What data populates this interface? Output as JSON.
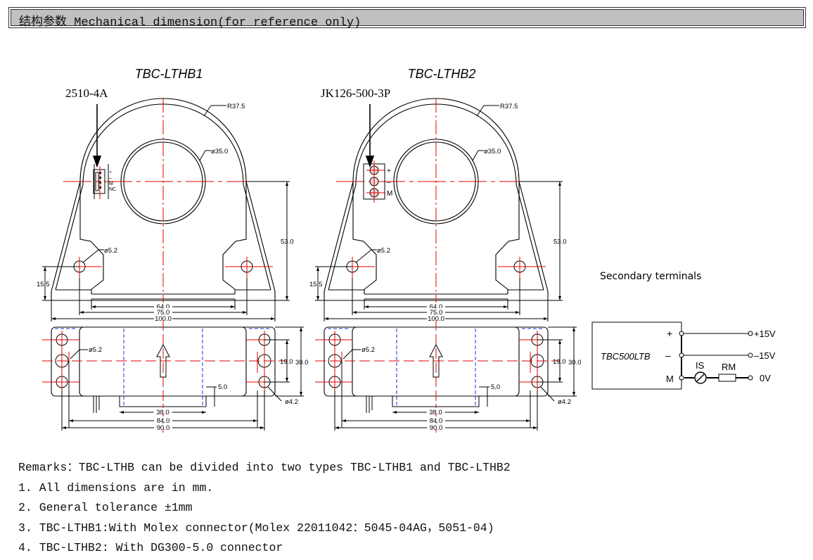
{
  "header": {
    "title": "结构参数  Mechanical dimension(for reference only)"
  },
  "models": [
    {
      "name": "TBC-LTHB1",
      "connector": "2510-4A",
      "pins": [
        "+",
        "–",
        "M",
        "NC"
      ]
    },
    {
      "name": "TBC-LTHB2",
      "connector": "JK126-500-3P",
      "pins": [
        "+",
        "–",
        "M"
      ]
    }
  ],
  "dimensions": {
    "outer_radius": "R37.5",
    "hole_dia": "ø35.0",
    "mount_hole": "ø5.2",
    "height": "53.0",
    "base_height": "15.5",
    "inner_base": "64.0",
    "hole_spacing": "75.0",
    "width": "100.0",
    "depth": "30.0",
    "slot_spacing": "19.0",
    "protrusion": "5.0",
    "protrusion_width": "38.0",
    "hole_span": "84.0",
    "base_length": "90.0",
    "small_hole": "ø4.2"
  },
  "terminals": {
    "title": "Secondary terminals",
    "device": "TBC500LTB",
    "plus": "+",
    "minus": "–",
    "m": "M",
    "v_pos": "+15V",
    "v_neg": "–15V",
    "v_zero": "0V",
    "is": "IS",
    "rm": "RM"
  },
  "remarks": [
    "Remarks：TBC-LTHB can be divided into two types TBC-LTHB1 and TBC-LTHB2",
    "1. All dimensions are in mm.",
    "2. General tolerance ±1mm",
    "3. TBC-LTHB1:With Molex connector(Molex 22011042：5045-04AG，5051-04)",
    "4. TBC-LTHB2: With DG300-5.0 connector"
  ],
  "colors": {
    "centerline": "#e00000",
    "hidden": "#1030e0",
    "line": "#000000"
  }
}
